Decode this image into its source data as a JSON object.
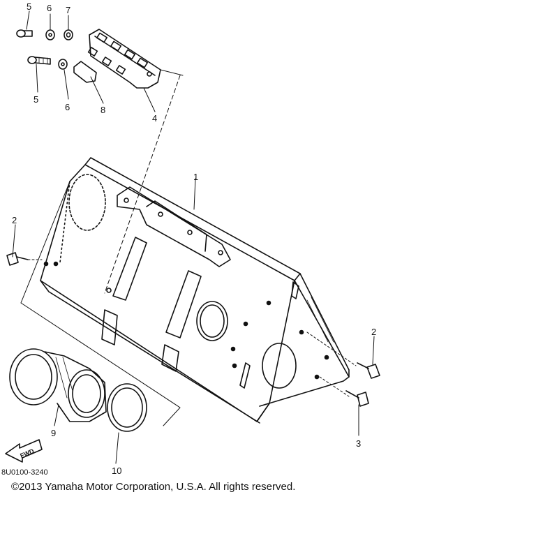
{
  "callouts": {
    "c1": "1",
    "c2a": "2",
    "c2b": "2",
    "c3": "3",
    "c4": "4",
    "c5a": "5",
    "c5b": "5",
    "c6a": "6",
    "c6b": "6",
    "c7": "7",
    "c8": "8",
    "c9": "9",
    "c10": "10"
  },
  "drawing_code": "8U0100-3240",
  "fwd_label": "FWD",
  "copyright": "©2013 Yamaha Motor Corporation, U.S.A. All rights reserved."
}
